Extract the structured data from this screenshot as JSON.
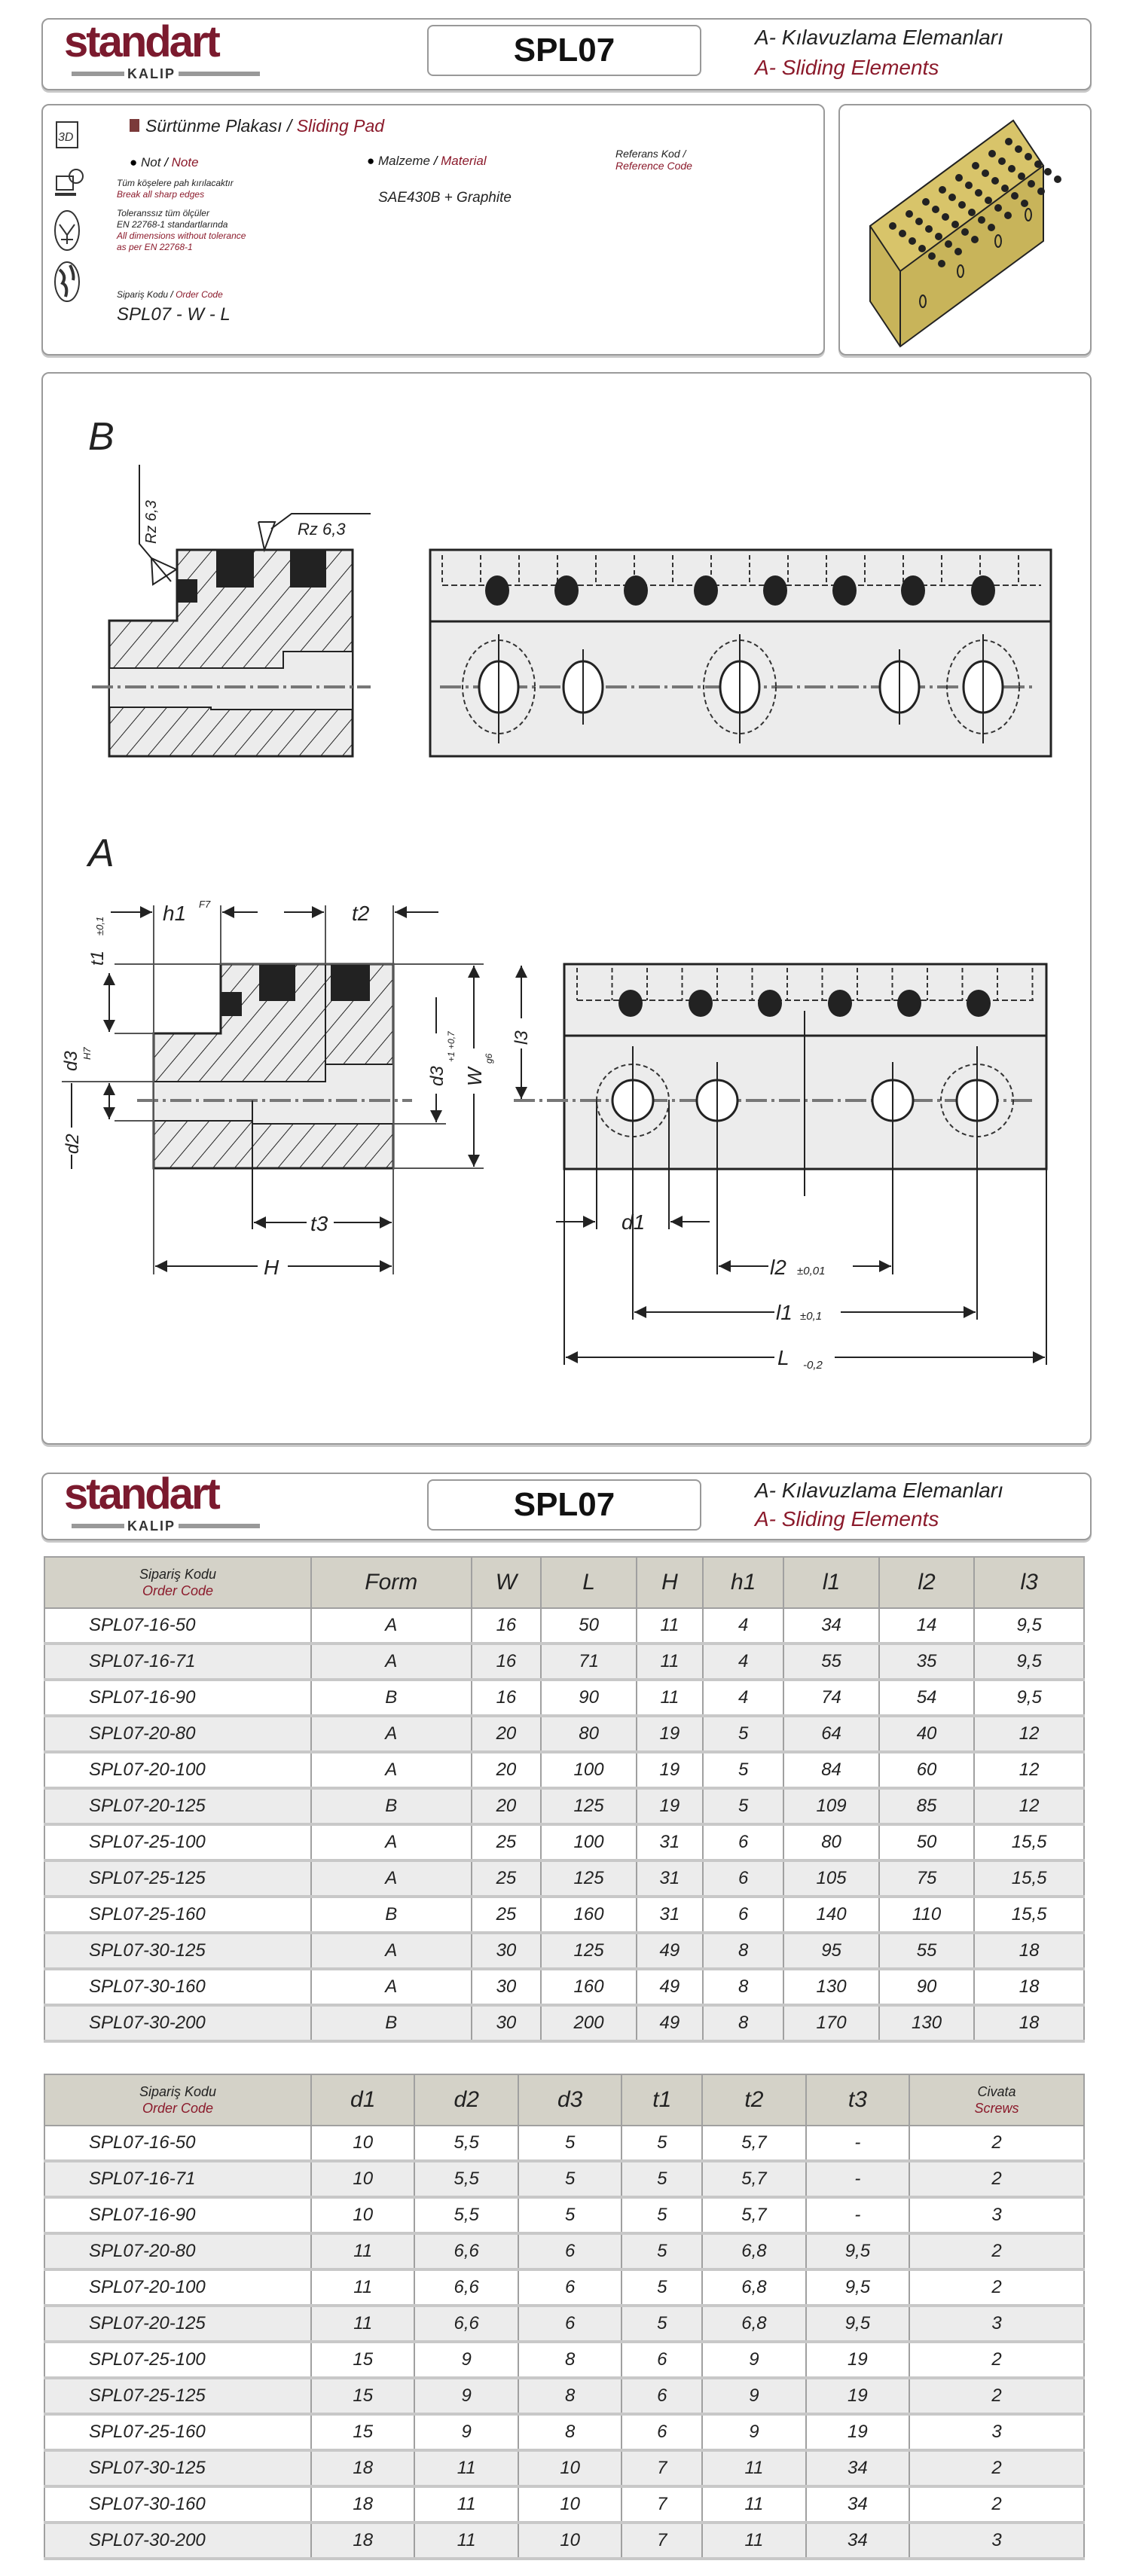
{
  "header": {
    "logo_main": "standart",
    "logo_sub": "KALIP",
    "code": "SPL07",
    "title_tr": "A- Kılavuzlama Elemanları",
    "title_en": "A- Sliding Elements"
  },
  "info": {
    "product_tr": "Sürtünme Plakası",
    "product_sep": "/",
    "product_en": "Sliding Pad",
    "note_label_tr": "Not",
    "note_label_en": "Note",
    "note_tr": "Tüm köşelere pah kırılacaktır",
    "note_en": "Break all sharp edges",
    "tol_tr_1": "Toleranssız tüm ölçüler",
    "tol_tr_2": "EN 22768-1 standartlarında",
    "tol_en_1": "All dimensions without tolerance",
    "tol_en_2": "as per EN 22768-1",
    "material_label_tr": "Malzeme",
    "material_label_en": "Material",
    "material_value": "SAE430B + Graphite",
    "ref_label_tr": "Referans Kod /",
    "ref_label_en": "Reference Code",
    "order_label_tr": "Sipariş Kodu",
    "order_label_en": "Order Code",
    "order_code": "SPL07 - W - L",
    "icons": [
      "3d-icon",
      "cad-download-icon",
      "tolerance-icon",
      "globe-icon"
    ],
    "icon_3d_text": "3D"
  },
  "drawing": {
    "form_b": "B",
    "form_a": "A",
    "rz_vertical": "Rz 6,3",
    "rz_horizontal": "Rz 6,3",
    "h1": "h1",
    "h1_tol": "F7",
    "t1": "t1",
    "t1_tol": "±0,1",
    "t2": "t2",
    "t3": "t3",
    "d2": "d2",
    "d3": "d3",
    "d3_tol": "H7",
    "d3b": "d3",
    "d3b_tol": "+1 +0,7",
    "w": "W",
    "w_tol": "g6",
    "h": "H",
    "l3": "l3",
    "d1": "d1",
    "l2": "l2",
    "l2_tol": "±0,01",
    "l1": "l1",
    "l1_tol": "±0,1",
    "L": "L",
    "L_tol": "-0,2"
  },
  "colors": {
    "brand": "#7b1a2e",
    "header_bg": "#d4d2c8",
    "product_gold": "#c8b45a"
  },
  "table1": {
    "headers": [
      {
        "tr": "Sipariş Kodu",
        "en": "Order Code"
      },
      "Form",
      "W",
      "L",
      "H",
      "h1",
      "l1",
      "l2",
      "l3"
    ],
    "rows": [
      [
        "SPL07-16-50",
        "A",
        "16",
        "50",
        "11",
        "4",
        "34",
        "14",
        "9,5"
      ],
      [
        "SPL07-16-71",
        "A",
        "16",
        "71",
        "11",
        "4",
        "55",
        "35",
        "9,5"
      ],
      [
        "SPL07-16-90",
        "B",
        "16",
        "90",
        "11",
        "4",
        "74",
        "54",
        "9,5"
      ],
      [
        "SPL07-20-80",
        "A",
        "20",
        "80",
        "19",
        "5",
        "64",
        "40",
        "12"
      ],
      [
        "SPL07-20-100",
        "A",
        "20",
        "100",
        "19",
        "5",
        "84",
        "60",
        "12"
      ],
      [
        "SPL07-20-125",
        "B",
        "20",
        "125",
        "19",
        "5",
        "109",
        "85",
        "12"
      ],
      [
        "SPL07-25-100",
        "A",
        "25",
        "100",
        "31",
        "6",
        "80",
        "50",
        "15,5"
      ],
      [
        "SPL07-25-125",
        "A",
        "25",
        "125",
        "31",
        "6",
        "105",
        "75",
        "15,5"
      ],
      [
        "SPL07-25-160",
        "B",
        "25",
        "160",
        "31",
        "6",
        "140",
        "110",
        "15,5"
      ],
      [
        "SPL07-30-125",
        "A",
        "30",
        "125",
        "49",
        "8",
        "95",
        "55",
        "18"
      ],
      [
        "SPL07-30-160",
        "A",
        "30",
        "160",
        "49",
        "8",
        "130",
        "90",
        "18"
      ],
      [
        "SPL07-30-200",
        "B",
        "30",
        "200",
        "49",
        "8",
        "170",
        "130",
        "18"
      ]
    ]
  },
  "table2": {
    "headers": [
      {
        "tr": "Sipariş Kodu",
        "en": "Order Code"
      },
      "d1",
      "d2",
      "d3",
      "t1",
      "t2",
      "t3",
      {
        "tr": "Civata",
        "en": "Screws"
      }
    ],
    "rows": [
      [
        "SPL07-16-50",
        "10",
        "5,5",
        "5",
        "5",
        "5,7",
        "-",
        "2"
      ],
      [
        "SPL07-16-71",
        "10",
        "5,5",
        "5",
        "5",
        "5,7",
        "-",
        "2"
      ],
      [
        "SPL07-16-90",
        "10",
        "5,5",
        "5",
        "5",
        "5,7",
        "-",
        "3"
      ],
      [
        "SPL07-20-80",
        "11",
        "6,6",
        "6",
        "5",
        "6,8",
        "9,5",
        "2"
      ],
      [
        "SPL07-20-100",
        "11",
        "6,6",
        "6",
        "5",
        "6,8",
        "9,5",
        "2"
      ],
      [
        "SPL07-20-125",
        "11",
        "6,6",
        "6",
        "5",
        "6,8",
        "9,5",
        "3"
      ],
      [
        "SPL07-25-100",
        "15",
        "9",
        "8",
        "6",
        "9",
        "19",
        "2"
      ],
      [
        "SPL07-25-125",
        "15",
        "9",
        "8",
        "6",
        "9",
        "19",
        "2"
      ],
      [
        "SPL07-25-160",
        "15",
        "9",
        "8",
        "6",
        "9",
        "19",
        "3"
      ],
      [
        "SPL07-30-125",
        "18",
        "11",
        "10",
        "7",
        "11",
        "34",
        "2"
      ],
      [
        "SPL07-30-160",
        "18",
        "11",
        "10",
        "7",
        "11",
        "34",
        "2"
      ],
      [
        "SPL07-30-200",
        "18",
        "11",
        "10",
        "7",
        "11",
        "34",
        "3"
      ]
    ]
  }
}
